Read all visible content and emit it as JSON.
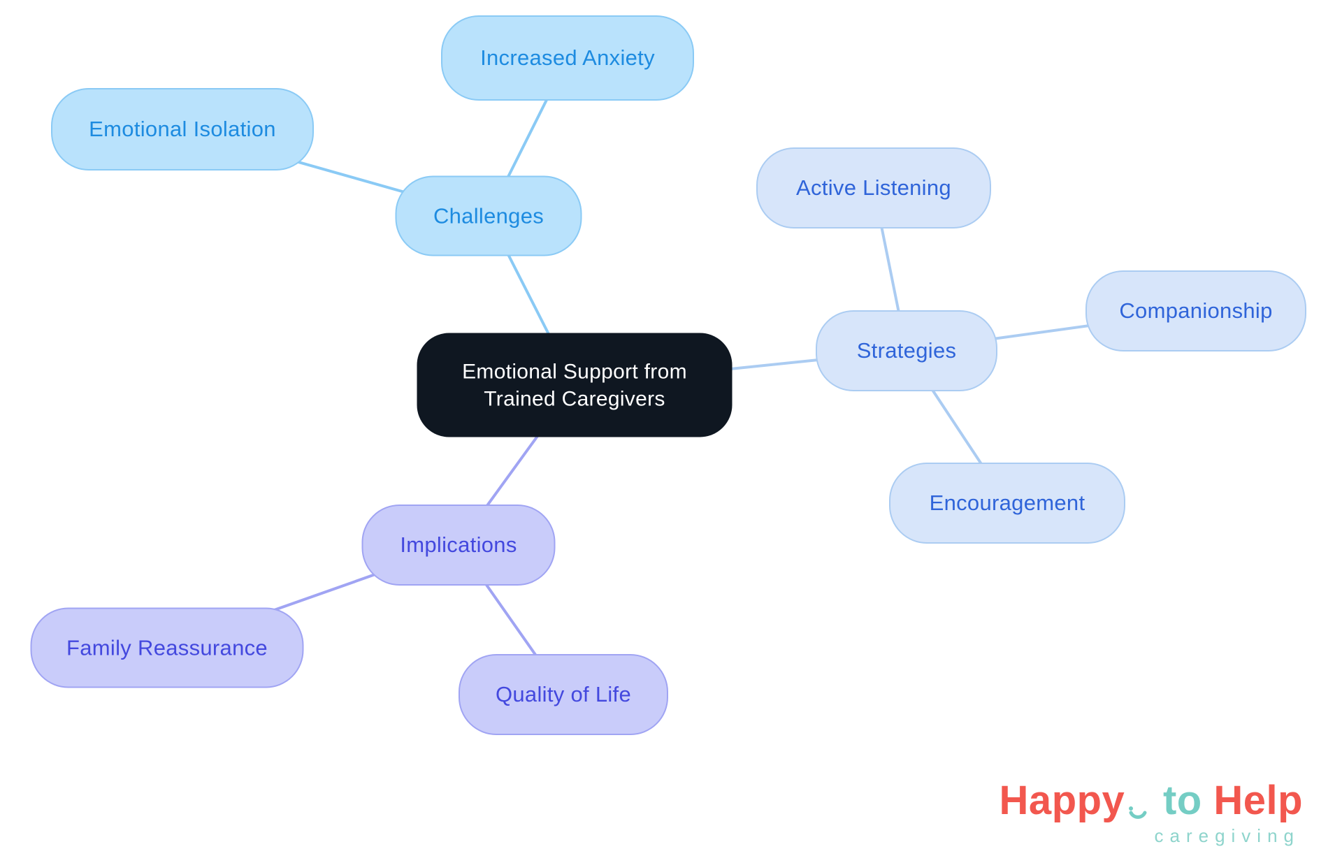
{
  "diagram": {
    "type": "mindmap",
    "central": "Emotional Support from Trained Caregivers",
    "branches": [
      {
        "label": "Challenges",
        "children": [
          "Increased Anxiety",
          "Emotional Isolation"
        ],
        "node_fill": "#b9e2fc",
        "node_border": "#8acaf5",
        "text_color": "#1d8be0",
        "edge_color": "#8acaf5"
      },
      {
        "label": "Strategies",
        "children": [
          "Active Listening",
          "Companionship",
          "Encouragement"
        ],
        "node_fill": "#d7e5fa",
        "node_border": "#abccf2",
        "text_color": "#2f64d9",
        "edge_color": "#abccf2"
      },
      {
        "label": "Implications",
        "children": [
          "Family Reassurance",
          "Quality of Life"
        ],
        "node_fill": "#c9ccfa",
        "node_border": "#a0a4f3",
        "text_color": "#4348de",
        "edge_color": "#a0a4f3"
      }
    ],
    "central_fill": "#0f1721",
    "central_text_color": "#ffffff"
  },
  "labels": {
    "central_line1": "Emotional Support from",
    "central_line2": "Trained Caregivers",
    "challenges": "Challenges",
    "increased_anxiety": "Increased Anxiety",
    "emotional_isolation": "Emotional Isolation",
    "strategies": "Strategies",
    "active_listening": "Active Listening",
    "companionship": "Companionship",
    "encouragement": "Encouragement",
    "implications": "Implications",
    "family_reassurance": "Family Reassurance",
    "quality_of_life": "Quality of Life"
  },
  "logo": {
    "word1": "Happy",
    "word2": "to",
    "word3": "Help",
    "subtitle": "caregiving",
    "coral": "#f2574e",
    "teal": "#74cdc4"
  }
}
